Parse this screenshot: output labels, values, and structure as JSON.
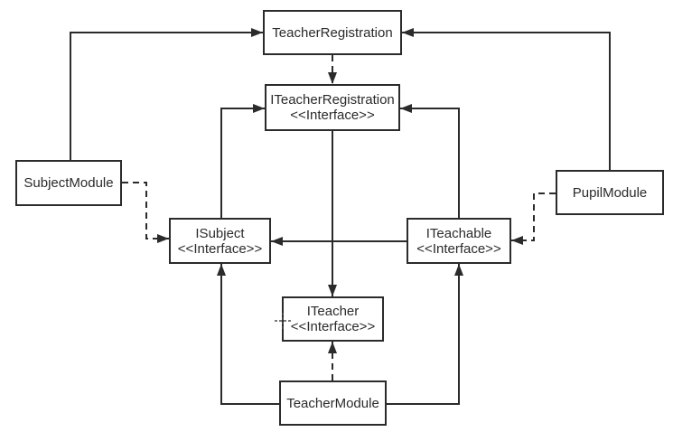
{
  "diagram": {
    "type": "uml-dependency-diagram",
    "background": "#ffffff",
    "colors": {
      "line": "#2b2b2b",
      "box_border": "#2b2b2b",
      "box_fill": "#ffffff",
      "text": "#2b2b2b"
    },
    "nodes": [
      {
        "id": "TeacherRegistration",
        "label": "TeacherRegistration",
        "stereotype": ""
      },
      {
        "id": "ITeacherRegistration",
        "label": "ITeacherRegistration",
        "stereotype": "<<Interface>>"
      },
      {
        "id": "SubjectModule",
        "label": "SubjectModule",
        "stereotype": ""
      },
      {
        "id": "PupilModule",
        "label": "PupilModule",
        "stereotype": ""
      },
      {
        "id": "ISubject",
        "label": "ISubject",
        "stereotype": "<<Interface>>"
      },
      {
        "id": "ITeachable",
        "label": "ITeachable",
        "stereotype": "<<Interface>>"
      },
      {
        "id": "ITeacher",
        "label": "ITeacher",
        "stereotype": "<<Interface>>"
      },
      {
        "id": "TeacherModule",
        "label": "TeacherModule",
        "stereotype": ""
      }
    ],
    "relationships": [
      {
        "from": "SubjectModule",
        "to": "TeacherRegistration",
        "style": "solid"
      },
      {
        "from": "PupilModule",
        "to": "TeacherRegistration",
        "style": "solid"
      },
      {
        "from": "TeacherRegistration",
        "to": "ITeacherRegistration",
        "style": "dashed"
      },
      {
        "from": "ISubject",
        "to": "ITeacherRegistration",
        "style": "solid"
      },
      {
        "from": "ITeachable",
        "to": "ITeacherRegistration",
        "style": "solid"
      },
      {
        "from": "ITeacherRegistration",
        "to": "ITeacher",
        "style": "solid"
      },
      {
        "from": "ITeachable",
        "to": "ISubject",
        "style": "solid"
      },
      {
        "from": "SubjectModule",
        "to": "ISubject",
        "style": "dashed"
      },
      {
        "from": "PupilModule",
        "to": "ITeachable",
        "style": "dashed"
      },
      {
        "from": "TeacherModule",
        "to": "ITeacher",
        "style": "dashed"
      },
      {
        "from": "TeacherModule",
        "to": "ISubject",
        "style": "solid"
      },
      {
        "from": "TeacherModule",
        "to": "ITeachable",
        "style": "solid"
      }
    ]
  }
}
